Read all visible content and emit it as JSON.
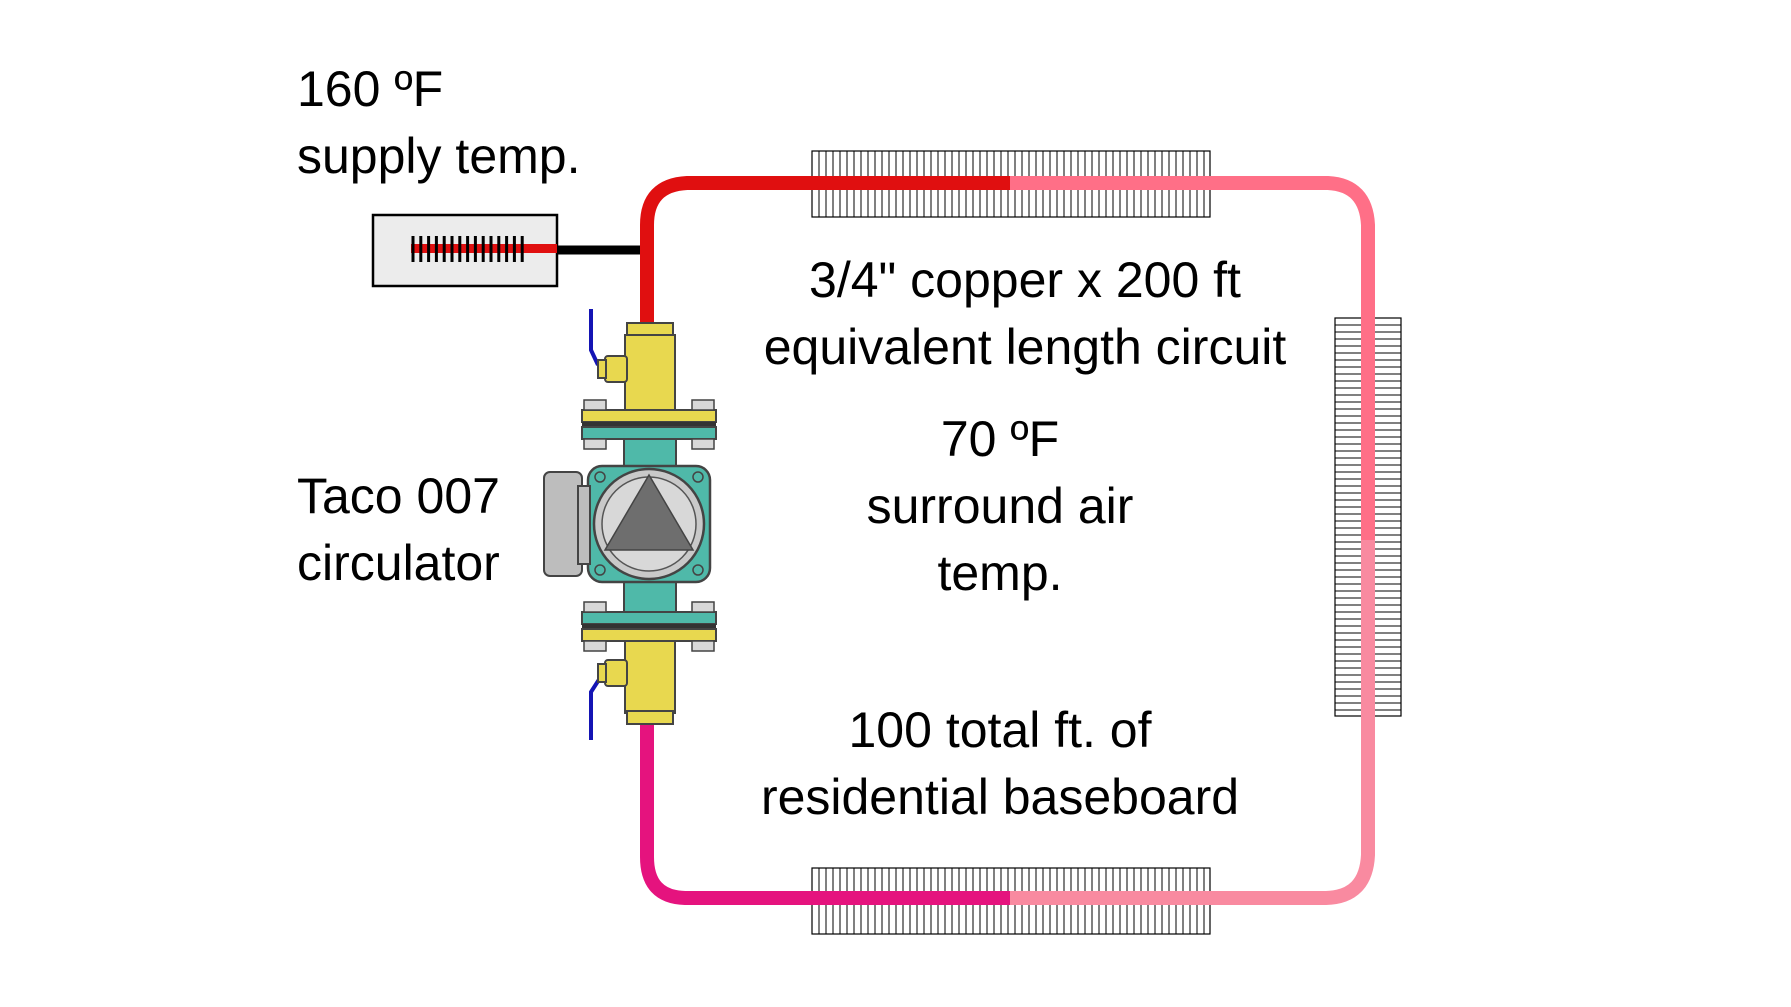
{
  "labels": {
    "supply_temp": {
      "line1": "160 ºF",
      "line2": "supply temp."
    },
    "pipe": {
      "line1": "3/4\" copper x 200 ft",
      "line2": "equivalent length circuit"
    },
    "air_temp": {
      "line1": "70 ºF",
      "line2": "surround air",
      "line3": "temp."
    },
    "circulator": {
      "line1": "Taco 007",
      "line2": "circulator"
    },
    "baseboard": {
      "line1": "100 total  ft. of",
      "line2": "residential baseboard"
    }
  },
  "colors": {
    "supply_hot": "#e00f10",
    "mid_pink": "#ff6f87",
    "right_pink": "#f98aa0",
    "return_magenta": "#e5137e",
    "return_pink": "#f992ae",
    "pump_body": "#e8d84f",
    "volute": "#4fb9a9",
    "valve_handle": "#1414b4",
    "thermometer_red": "#e01010"
  }
}
